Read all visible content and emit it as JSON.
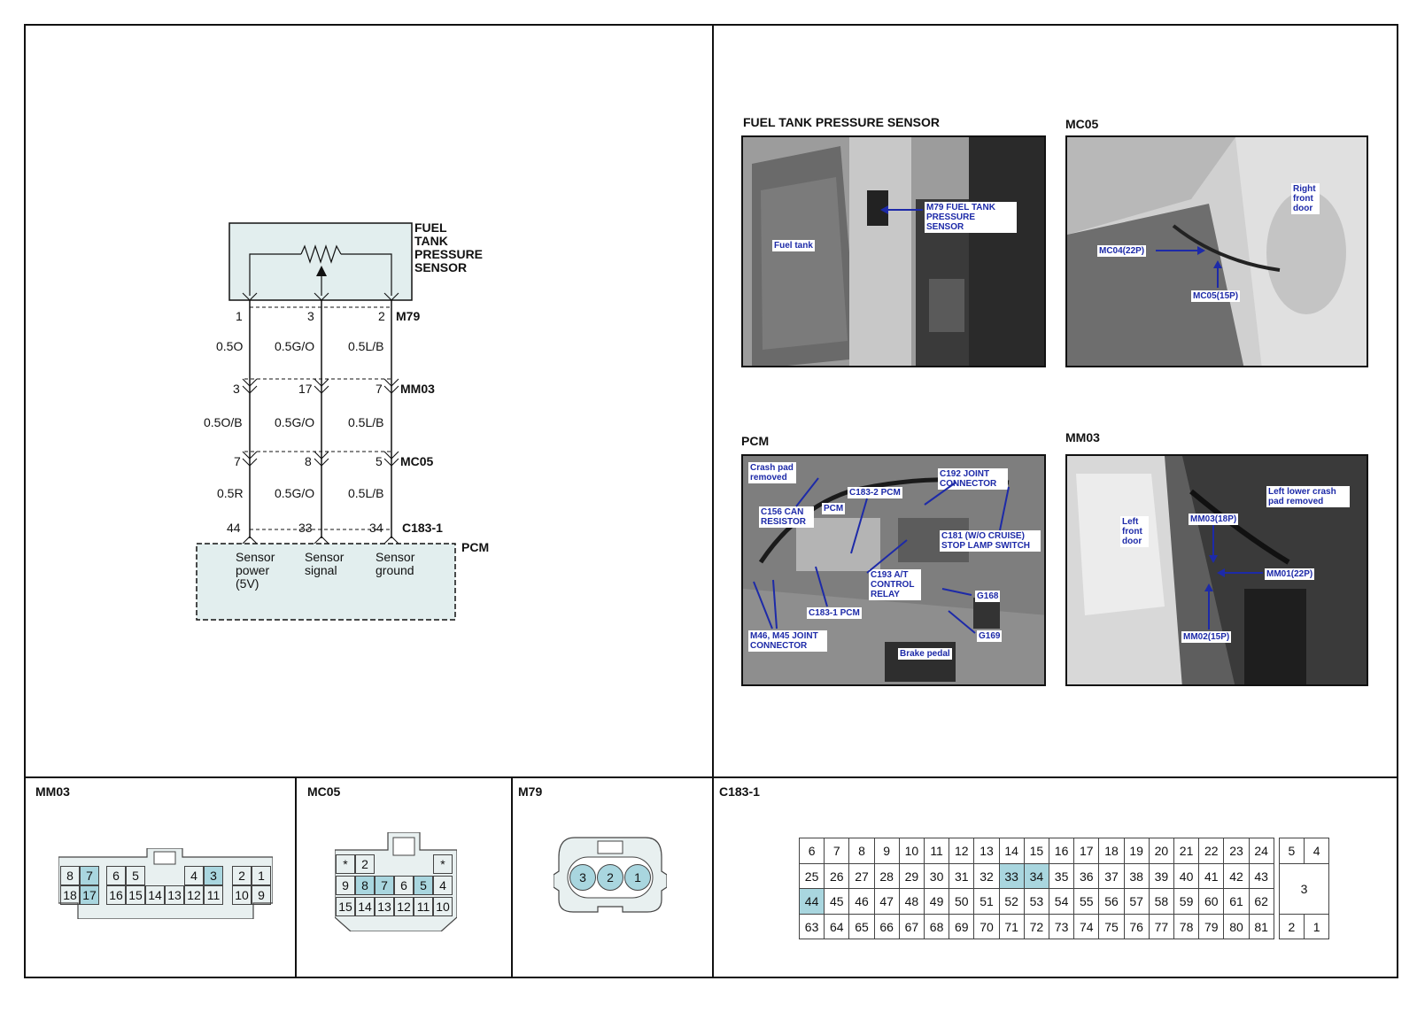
{
  "schematic": {
    "sensor_label": [
      "FUEL",
      "TANK",
      "PRESSURE",
      "SENSOR"
    ],
    "pcm_label": "PCM",
    "rows": [
      {
        "connector": "M79",
        "pins": [
          "1",
          "3",
          "2"
        ]
      },
      {
        "connector": "MM03",
        "pins": [
          "3",
          "17",
          "7"
        ]
      },
      {
        "connector": "MC05",
        "pins": [
          "7",
          "8",
          "5"
        ]
      },
      {
        "connector": "C183-1",
        "pins": [
          "44",
          "33",
          "34"
        ]
      }
    ],
    "wires": [
      [
        "0.5O",
        "0.5G/O",
        "0.5L/B"
      ],
      [
        "0.5O/B",
        "0.5G/O",
        "0.5L/B"
      ],
      [
        "0.5R",
        "0.5G/O",
        "0.5L/B"
      ]
    ],
    "pcm_pins": [
      {
        "lines": [
          "Sensor",
          "power",
          "(5V)"
        ]
      },
      {
        "lines": [
          "Sensor",
          "signal"
        ]
      },
      {
        "lines": [
          "Sensor",
          "ground"
        ]
      }
    ]
  },
  "photos": {
    "fuel_tank": {
      "title": "FUEL TANK PRESSURE SENSOR",
      "labels": [
        "M79 FUEL TANK PRESSURE SENSOR",
        "Fuel tank"
      ]
    },
    "mc05": {
      "title": "MC05",
      "labels": [
        "Right front door",
        "MC04(22P)",
        "MC05(15P)"
      ]
    },
    "pcm": {
      "title": "PCM",
      "labels": [
        "Crash pad removed",
        "C183-2 PCM",
        "C192 JOINT CONNECTOR",
        "C156 CAN RESISTOR",
        "PCM",
        "C181 (W/O CRUISE) STOP LAMP SWITCH",
        "C193 A/T CONTROL RELAY",
        "G168",
        "C183-1 PCM",
        "M46, M45 JOINT CONNECTOR",
        "G169",
        "Brake pedal"
      ]
    },
    "mm03": {
      "title": "MM03",
      "labels": [
        "Left lower crash pad removed",
        "Left front door",
        "MM03(18P)",
        "MM01(22P)",
        "MM02(15P)"
      ]
    }
  },
  "connectors": {
    "mm03": {
      "title": "MM03",
      "top": [
        "8",
        "7",
        "6",
        "5",
        "4",
        "3",
        "2",
        "1"
      ],
      "bottom": [
        "18",
        "17",
        "16",
        "15",
        "14",
        "13",
        "12",
        "11",
        "10",
        "9"
      ],
      "highlight": [
        "7",
        "17",
        "3"
      ]
    },
    "mc05": {
      "title": "MC05",
      "row1": [
        "*",
        "2",
        "*"
      ],
      "row2": [
        "9",
        "8",
        "7",
        "6",
        "5",
        "4"
      ],
      "row3": [
        "15",
        "14",
        "13",
        "12",
        "11",
        "10"
      ],
      "highlight": [
        "8",
        "7",
        "5"
      ]
    },
    "m79": {
      "title": "M79",
      "pins": [
        "3",
        "2",
        "1"
      ],
      "highlight": [
        "3",
        "2",
        "1"
      ]
    },
    "c183": {
      "title": "C183-1",
      "row1": [
        "6",
        "7",
        "8",
        "9",
        "10",
        "11",
        "12",
        "13",
        "14",
        "15",
        "16",
        "17",
        "18",
        "19",
        "20",
        "21",
        "22",
        "23",
        "24"
      ],
      "row2": [
        "25",
        "26",
        "27",
        "28",
        "29",
        "30",
        "31",
        "32",
        "33",
        "34",
        "35",
        "36",
        "37",
        "38",
        "39",
        "40",
        "41",
        "42",
        "43"
      ],
      "row3": [
        "44",
        "45",
        "46",
        "47",
        "48",
        "49",
        "50",
        "51",
        "52",
        "53",
        "54",
        "55",
        "56",
        "57",
        "58",
        "59",
        "60",
        "61",
        "62"
      ],
      "row4": [
        "63",
        "64",
        "65",
        "66",
        "67",
        "68",
        "69",
        "70",
        "71",
        "72",
        "73",
        "74",
        "75",
        "76",
        "77",
        "78",
        "79",
        "80",
        "81"
      ],
      "side_top": [
        "5",
        "4"
      ],
      "side_mid": "3",
      "side_bottom": [
        "2",
        "1"
      ],
      "highlight": [
        "33",
        "34",
        "44"
      ]
    }
  },
  "colors": {
    "highlight": "#a9d6df",
    "box_fill": "#e2eeee",
    "label_text": "#1d2aa8"
  }
}
